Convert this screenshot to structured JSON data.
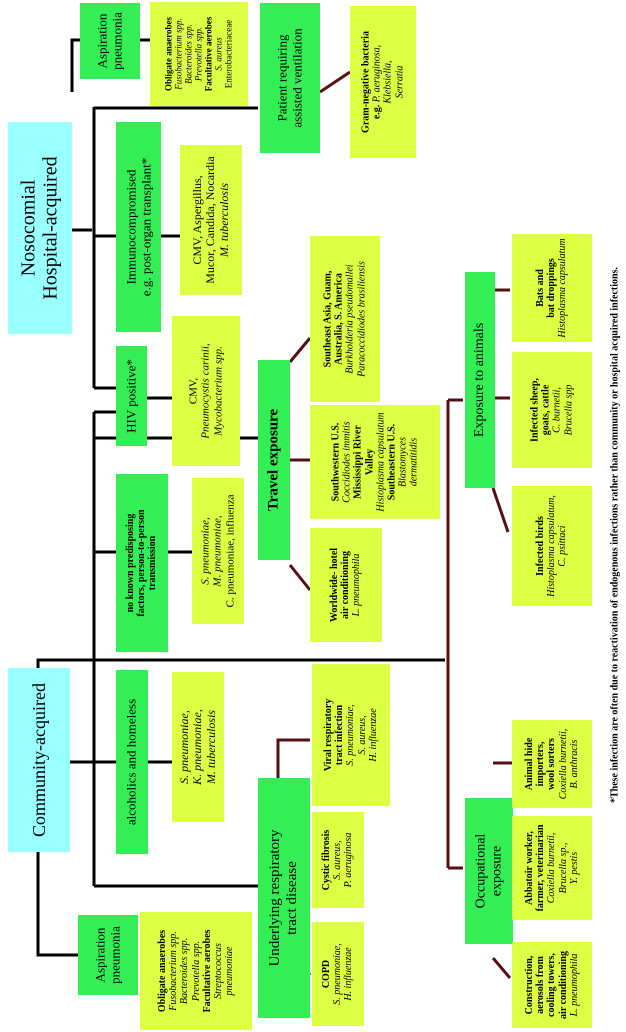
{
  "roots": {
    "nosocomial": [
      "Nosocomial",
      "Hospital-acquired"
    ],
    "community": "Community-acquired"
  },
  "nosocomial": {
    "aspiration": {
      "title": [
        "Aspiration",
        "pneumonia"
      ],
      "organisms": [
        "Obligate anaerobes",
        "Fusobacterium spp.",
        "Bacteroides spp.",
        "Prevotella spp.",
        "Facultative aerobes",
        "S. aureus",
        "Enterobacteriaceae"
      ]
    },
    "ventilation": {
      "title": [
        "Patient requiring",
        "assisted ventilation"
      ],
      "organisms": [
        "Gram-negative bacteria",
        "e.g.",
        "P. aeruginosa,",
        "Klebsiella,",
        "Serratia"
      ]
    },
    "immuno": {
      "title": [
        "Immunocompromised",
        "e.g. post-organ transplant*"
      ],
      "organisms": [
        "CMV, Aspergillus,",
        "Mucor, Candida, Nocardia",
        "M. tuberculosis"
      ]
    },
    "hiv": {
      "title": "HIV positive*",
      "organisms": [
        "CMV,",
        "Pneumocystis carinii,",
        "Mycobacterium spp."
      ]
    }
  },
  "community": {
    "no_factors": {
      "title": [
        "no known predisposing",
        "factors, person-to-person",
        "transmission"
      ],
      "organisms": [
        "S. pneumoniae,",
        "M. pneumoniae,",
        "C. pneumoniae, influenza"
      ]
    },
    "alcoholics": {
      "title": "alcoholics and homeless",
      "organisms": [
        "S. pneumoniae,",
        "K. pneumoniae,",
        "M. tuberculosis"
      ]
    },
    "aspiration": {
      "title": [
        "Aspiration",
        "pneumonia"
      ],
      "organisms": [
        "Obligate anaerobes",
        "Fusobacterium spp.",
        "Bacteroides spp.",
        "Prevotella spp.",
        "Facultative aerobes",
        "Streptococcus",
        "pneumoniae"
      ]
    },
    "respiratory": {
      "title": [
        "Underlying respiratory",
        "tract disease"
      ],
      "viral": [
        "Viral respiratory",
        "tract infection",
        "S. pneumoniae,",
        "S. aureus,",
        "H. influenzae"
      ],
      "cystic": [
        "Cystic fibrosis",
        "S. aureus,",
        "P. aeruginosa"
      ],
      "copd": [
        "COPD",
        "S. pneumoniae,",
        "H. influenzae"
      ]
    },
    "travel": {
      "title": "Travel exposure",
      "southeast_asia": [
        "Southeast Asia, Guam,",
        "Australia, S. America",
        "Burkholderia pseudomallei",
        "Paracoccidiodes brasiliensis"
      ],
      "us": [
        "Southwestern U.S.",
        "Coccidiodes immitis",
        "Mississippi River",
        "Valley",
        "Histoplasma capsulatum",
        "Southeastern U.S.",
        "Blastomyces",
        "dermatitidis"
      ],
      "worldwide": [
        "Worldwide- hotel",
        "air conditioning",
        "L. pneumophila"
      ]
    },
    "animals": {
      "title": "Exposure to animals",
      "bats": [
        "Bats and",
        "bat droppings",
        "Histoplasma capsulatum"
      ],
      "sheep": [
        "Infected sheep,",
        "goats, cattle",
        "C. burnetii,",
        "Brucella spp"
      ],
      "birds": [
        "Infected birds",
        "Histoplasma capsulatum,",
        "C. psittaci"
      ]
    },
    "occupational": {
      "title": [
        "Occupational",
        "exposure"
      ],
      "hide": [
        "Animal hide",
        "importers,",
        "wool sorters",
        "Coxiella burnetii,",
        "B. anthracis"
      ],
      "abattoir": [
        "Abbatoir worker,",
        "farmer, veterinarian",
        "Coxiella burnetii,",
        "Brucella sp.,",
        "Y. pestis"
      ],
      "construction": [
        "Construction,",
        "aerosols from",
        "cooling towers,",
        "air conditioning",
        "L. pneumophila"
      ]
    }
  },
  "footnote": "*These infection are often due to reactivation of endogenous infections rather than community or hospital acquired infections.",
  "colors": {
    "category": "#33ee55",
    "organism": "#ddff44",
    "root": "#99ffff",
    "connector_dark": "#000000",
    "connector_brown": "#551111"
  }
}
